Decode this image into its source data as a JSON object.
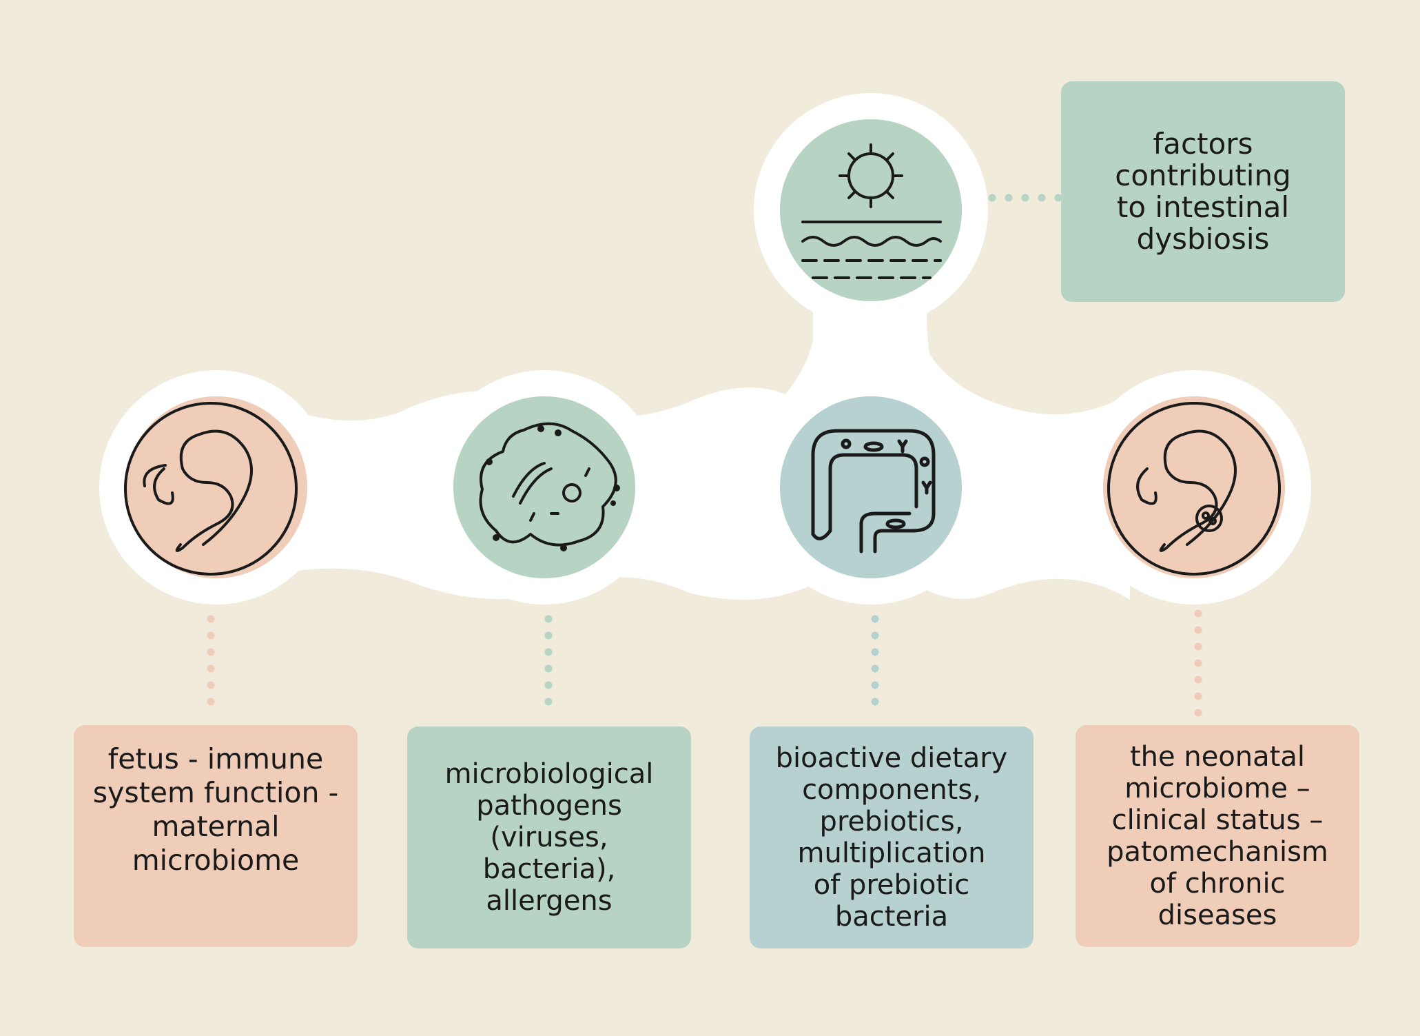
{
  "colors": {
    "background": "#f1ebdc",
    "peach": "#efcdb9",
    "sage": "#b7d3c3",
    "blue_grey": "#b6d1d0",
    "connector_white": "#ffffff",
    "icon_stroke": "#1a1a1a"
  },
  "top_node": {
    "icon": "virus-on-intestinal-barrier-icon",
    "label": "factors\ncontributing\nto intestinal\ndysbiosis"
  },
  "nodes": [
    {
      "icon": "fetus-icon",
      "label": "fetus - immune\nsystem function -\nmaternal\nmicrobiome",
      "color": "peach"
    },
    {
      "icon": "microbe-cell-icon",
      "label": "microbiological\npathogens\n(viruses,\nbacteria),\nallergens",
      "color": "sage"
    },
    {
      "icon": "intestine-icon",
      "label": "bioactive dietary\ncomponents,\nprebiotics,\nmultiplication\nof prebiotic\nbacteria",
      "color": "blue_grey"
    },
    {
      "icon": "fetus-with-microbiome-icon",
      "label": "the neonatal\nmicrobiome –\nclinical status –\npatomechanism\nof chronic\ndiseases",
      "color": "peach"
    }
  ]
}
